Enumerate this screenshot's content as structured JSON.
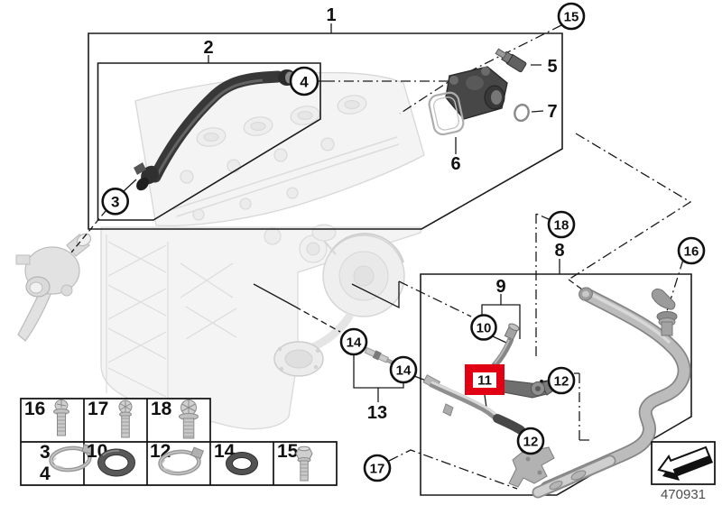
{
  "colors": {
    "highlight": "#e10014",
    "line": "#1a1a1a",
    "part_light_gray": "#d8d8d8",
    "part_dark_gray": "#3f3f3f"
  },
  "callouts": {
    "n1": "1",
    "n2": "2",
    "n3": "3",
    "n4": "4",
    "n5": "5",
    "n6": "6",
    "n7": "7",
    "n8": "8",
    "n9": "9",
    "n10": "10",
    "n11": "11",
    "n12": "12",
    "n13": "13",
    "n14": "14",
    "n15": "15",
    "n16": "16",
    "n17": "17",
    "n18": "18"
  },
  "table": {
    "row1": [
      {
        "label": "16",
        "icon": "pan-head-bolt"
      },
      {
        "label": "17",
        "icon": "torx-stud-bolt"
      },
      {
        "label": "18",
        "icon": "flange-hex-bolt"
      }
    ],
    "row2": [
      {
        "label": "3",
        "label2": "4",
        "icon": "hose-clamp"
      },
      {
        "label": "10",
        "icon": "o-ring-large"
      },
      {
        "label": "12",
        "icon": "hose-clamp-worm"
      },
      {
        "label": "14",
        "icon": "o-ring-small"
      },
      {
        "label": "15",
        "icon": "hex-bolt"
      }
    ]
  },
  "footer": {
    "part_number": "470931"
  }
}
